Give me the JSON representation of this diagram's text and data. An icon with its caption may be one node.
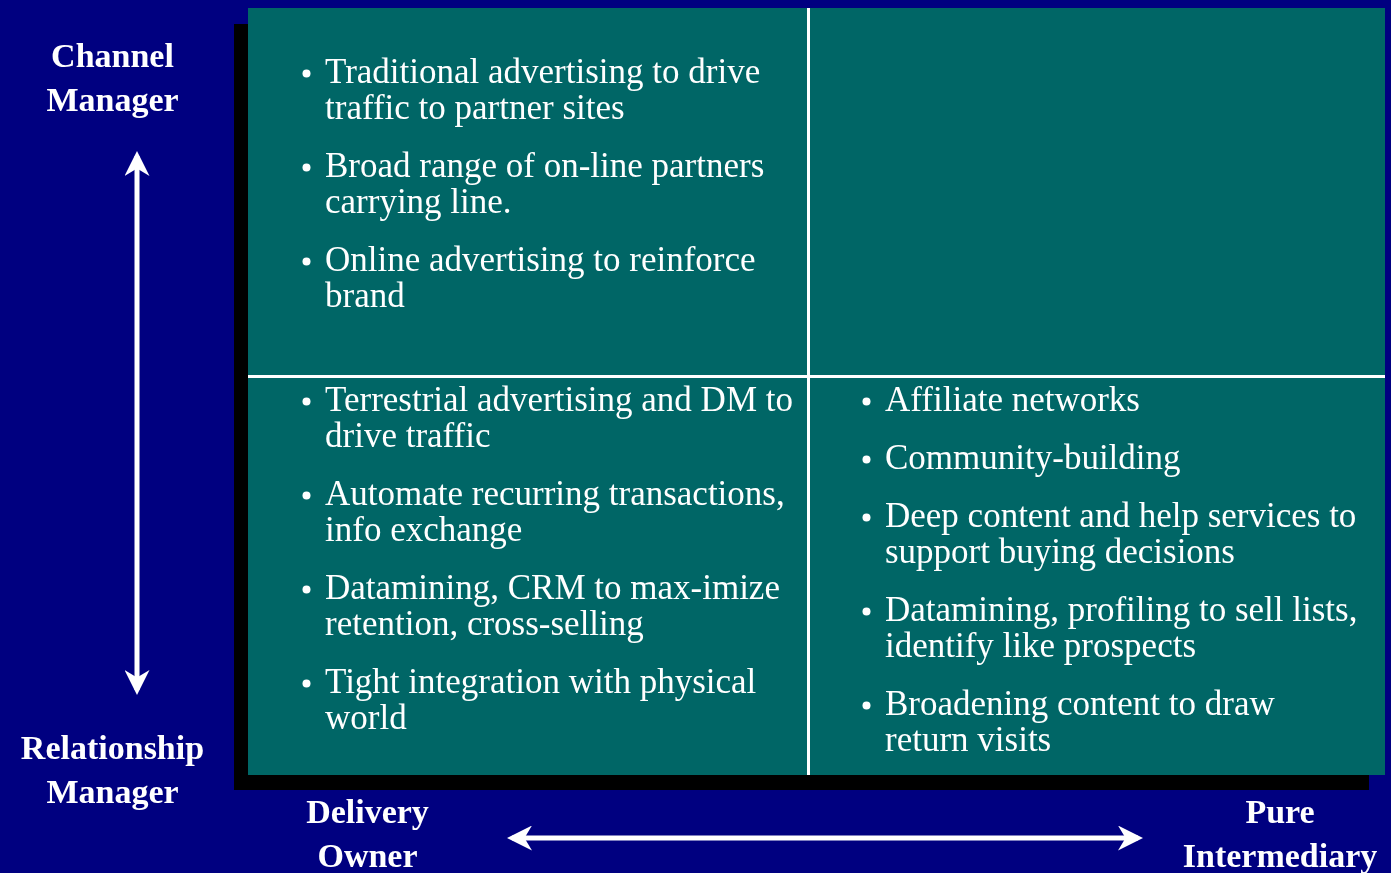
{
  "diagram": {
    "nodes": [
      {
        "text": [
          "Traditional advertising to drive traffic to partner sites",
          "Broad range of on-line partners carrying line.",
          "Online advertising to reinforce brand"
        ]
      },
      {
        "text": [],
        "shape": "box"
      },
      {
        "text": [
          "Terrestrial advertising and DM to drive traffic",
          "Automate recurring transactions, info exchange",
          "Datamining, CRM to max-imize retention, cross-selling",
          "Tight integration with physical world"
        ]
      },
      {
        "text": [
          "Affiliate networks",
          "Community-building",
          "Deep content and help services to support buying decisions",
          "Datamining, profiling to sell lists, identify like prospects",
          "Broadening content to draw return visits"
        ]
      }
    ],
    "labels": [
      "Channel Manager",
      "Relationship Manager",
      "Delivery Owner",
      "Pure Intermediary"
    ]
  }
}
